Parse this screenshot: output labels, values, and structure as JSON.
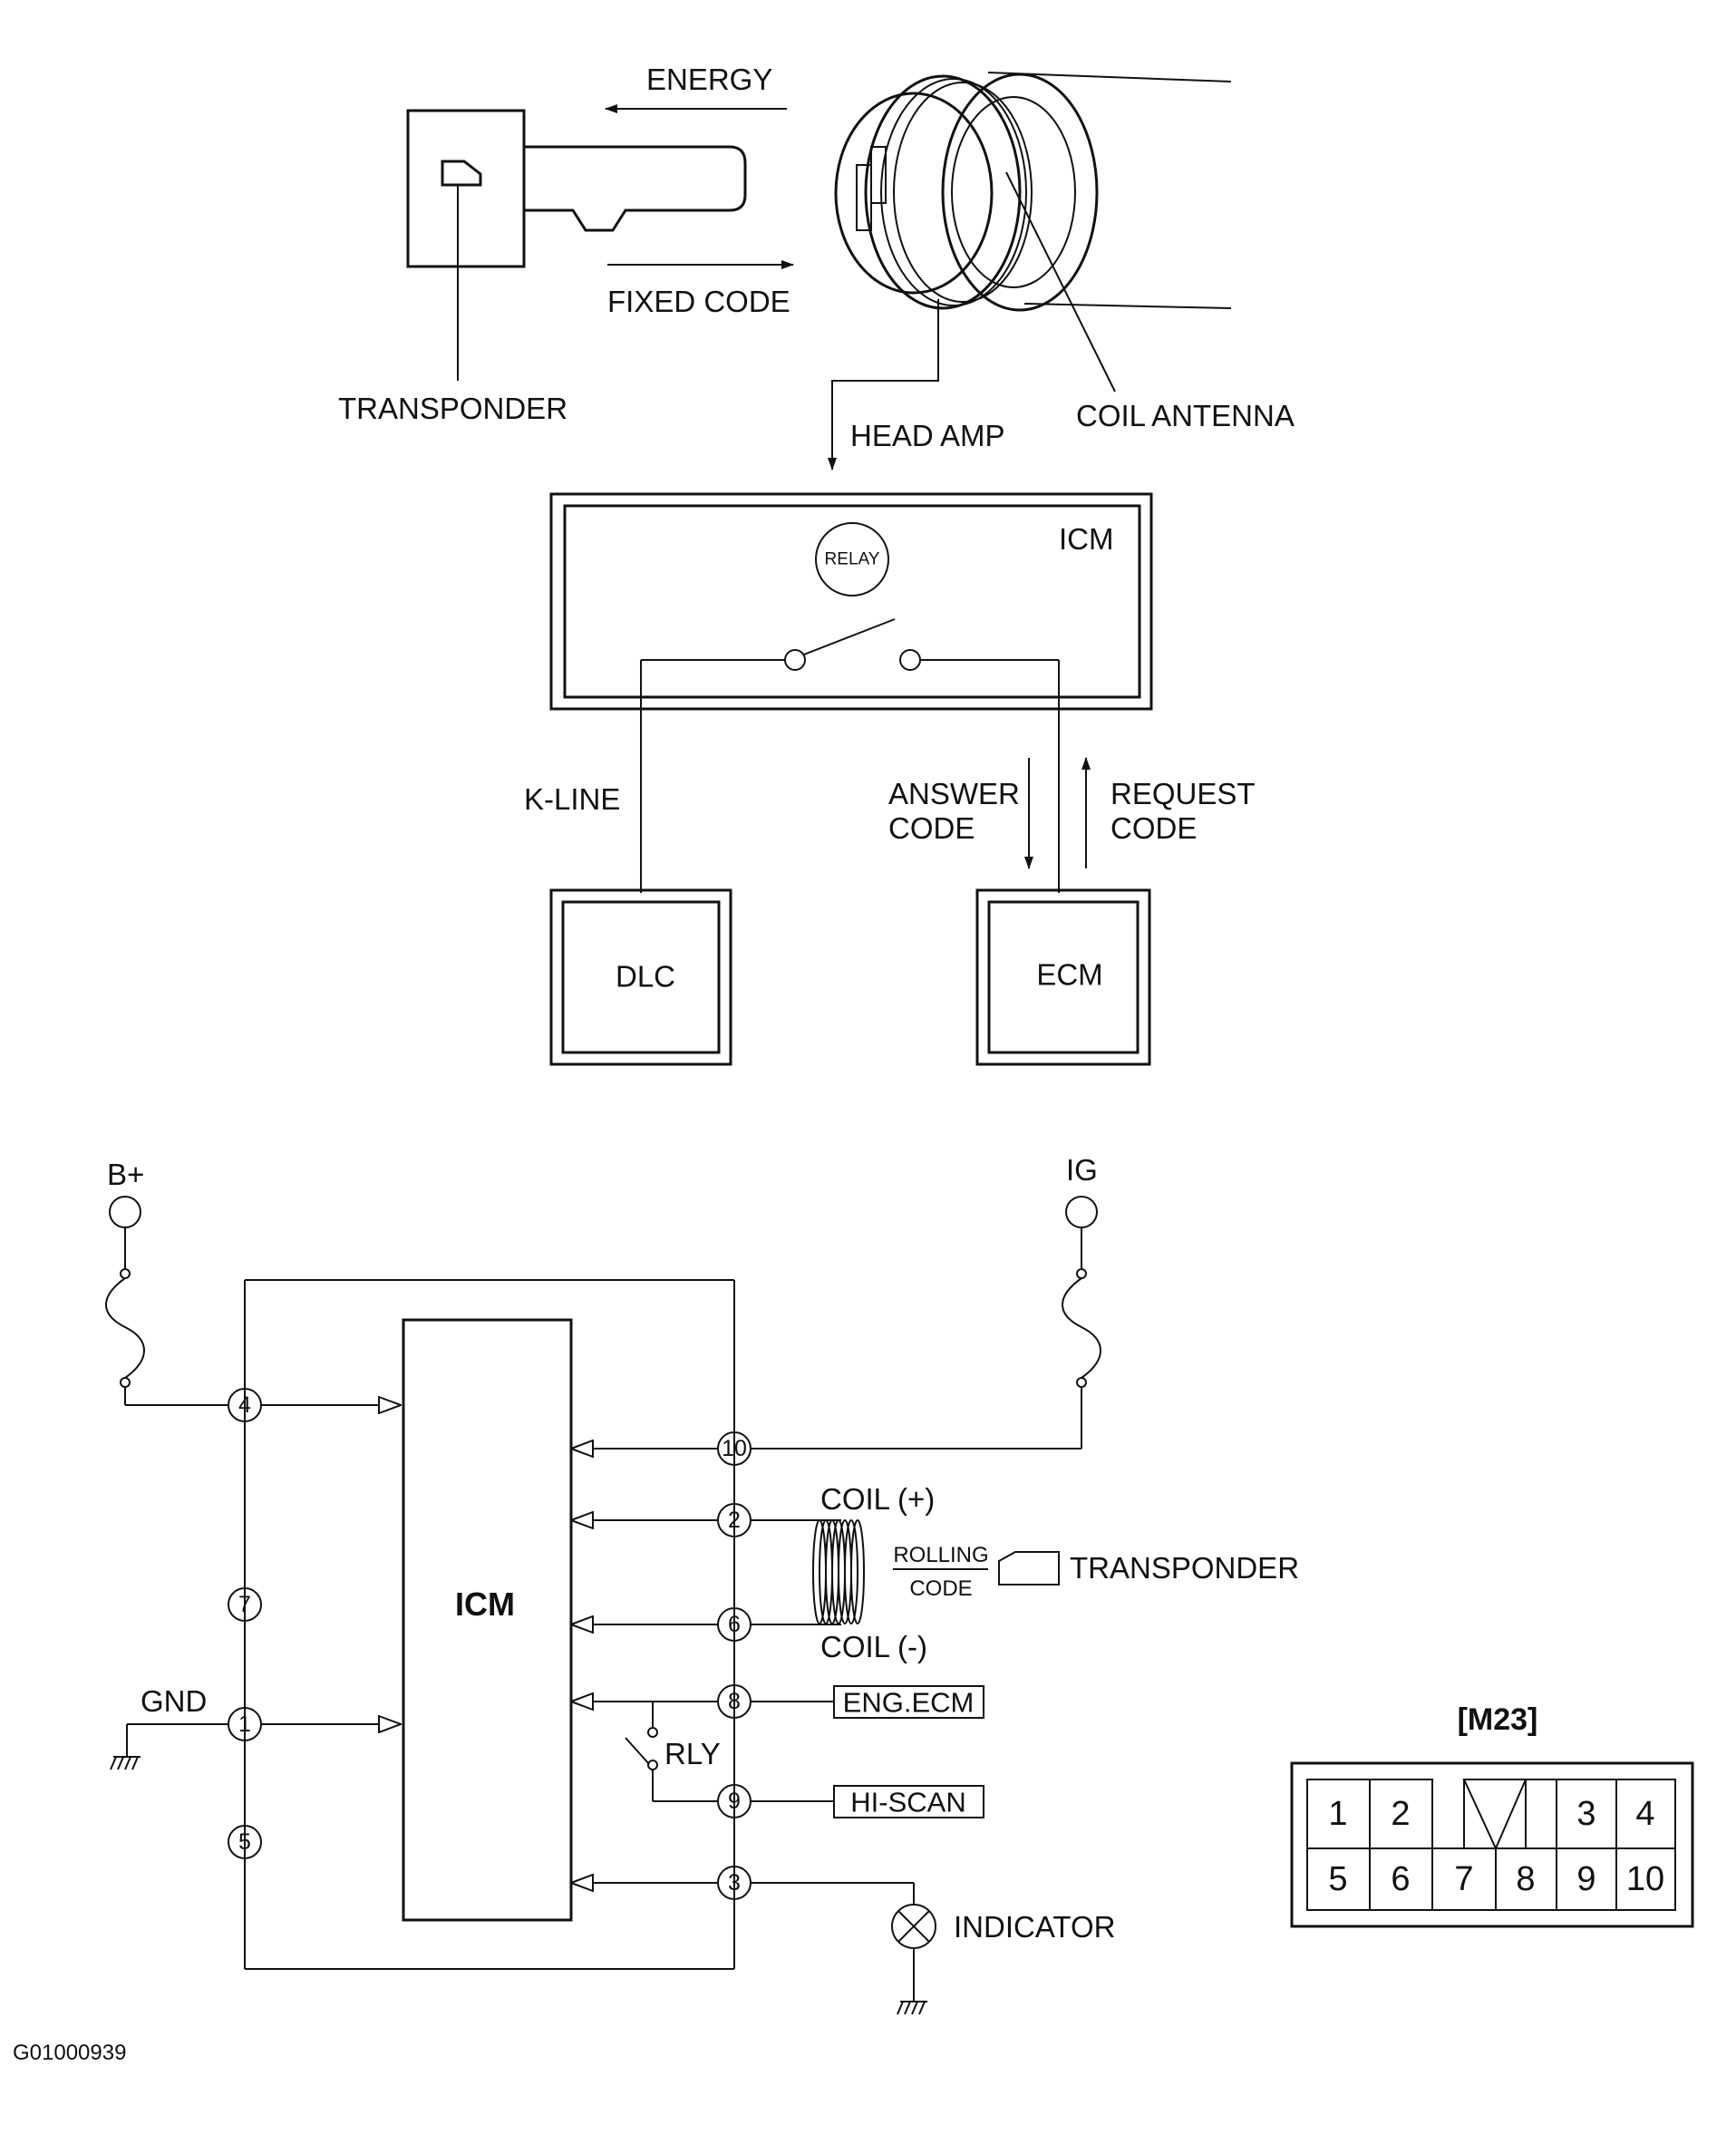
{
  "top": {
    "energy": "ENERGY",
    "fixed_code": "FIXED CODE",
    "transponder": "TRANSPONDER",
    "head_amp": "HEAD AMP",
    "coil_antenna": "COIL ANTENNA",
    "icm": "ICM",
    "relay": "RELAY",
    "k_line": "K-LINE",
    "answer_code_1": "ANSWER",
    "answer_code_2": "CODE",
    "request_code_1": "REQUEST",
    "request_code_2": "CODE",
    "dlc": "DLC",
    "ecm": "ECM"
  },
  "schematic": {
    "b_plus": "B+",
    "ig": "IG",
    "gnd": "GND",
    "icm": "ICM",
    "coil_plus": "COIL (+)",
    "coil_minus": "COIL (-)",
    "rolling": "ROLLING",
    "code": "CODE",
    "transponder": "TRANSPONDER",
    "eng_ecm": "ENG.ECM",
    "rly": "RLY",
    "hi_scan": "HI-SCAN",
    "indicator": "INDICATOR",
    "pins": {
      "p1": "1",
      "p2": "2",
      "p3": "3",
      "p4": "4",
      "p5": "5",
      "p6": "6",
      "p7": "7",
      "p8": "8",
      "p9": "9",
      "p10": "10"
    }
  },
  "connector": {
    "title": "[M23]",
    "pins": [
      "1",
      "2",
      "3",
      "4",
      "5",
      "6",
      "7",
      "8",
      "9",
      "10"
    ]
  },
  "figure_id": "G01000939"
}
